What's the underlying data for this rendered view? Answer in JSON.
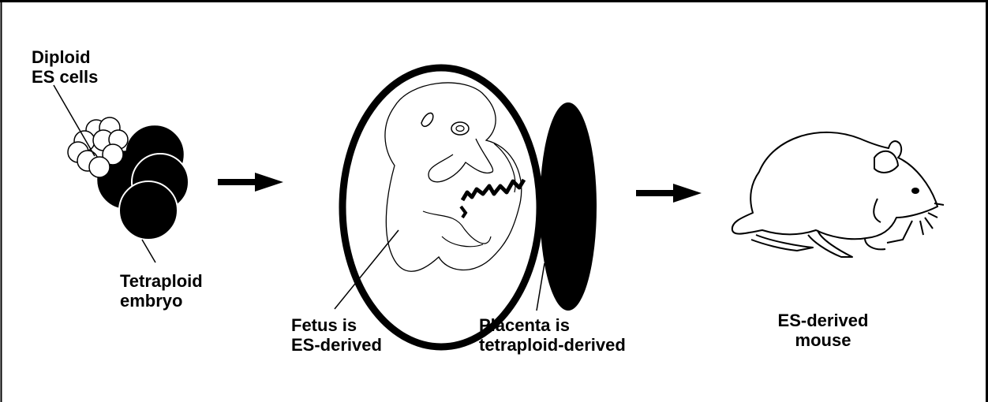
{
  "labels": {
    "diploid_es_cells": [
      "Diploid",
      "ES cells"
    ],
    "tetraploid_embryo": [
      "Tetraploid",
      "embryo"
    ],
    "fetus": [
      "Fetus is",
      "ES-derived"
    ],
    "placenta": [
      "Placenta is",
      "tetraploid-derived"
    ],
    "es_mouse": [
      "ES-derived",
      "mouse"
    ]
  },
  "icons": {
    "embryo": "aggregated-embryo-icon",
    "conceptus": "conceptus-icon",
    "mouse": "mouse-icon",
    "arrow": "right-arrow-icon"
  },
  "colors": {
    "ink": "#000000",
    "background": "#ffffff"
  }
}
